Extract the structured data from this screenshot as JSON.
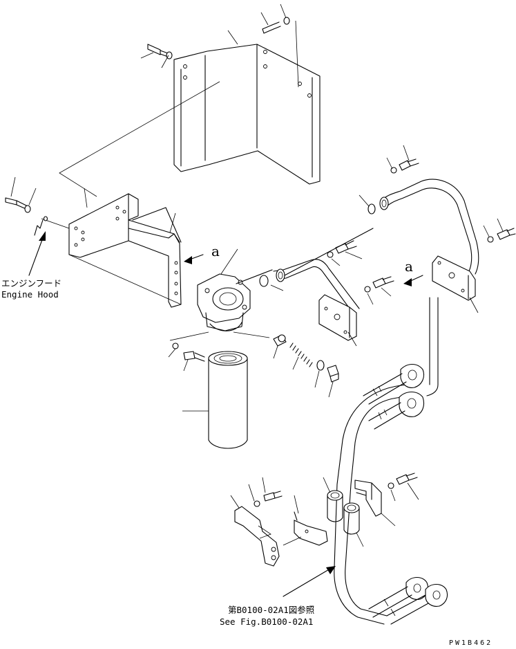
{
  "labels": {
    "engine_hood_jp": "エンジンフード",
    "engine_hood_en": "Engine Hood",
    "view_marker_left": "a",
    "view_marker_right": "a",
    "reference_jp": "第B0100-02A1図参照",
    "reference_en": "See Fig.B0100-02A1",
    "drawing_code": "PW1B462"
  }
}
